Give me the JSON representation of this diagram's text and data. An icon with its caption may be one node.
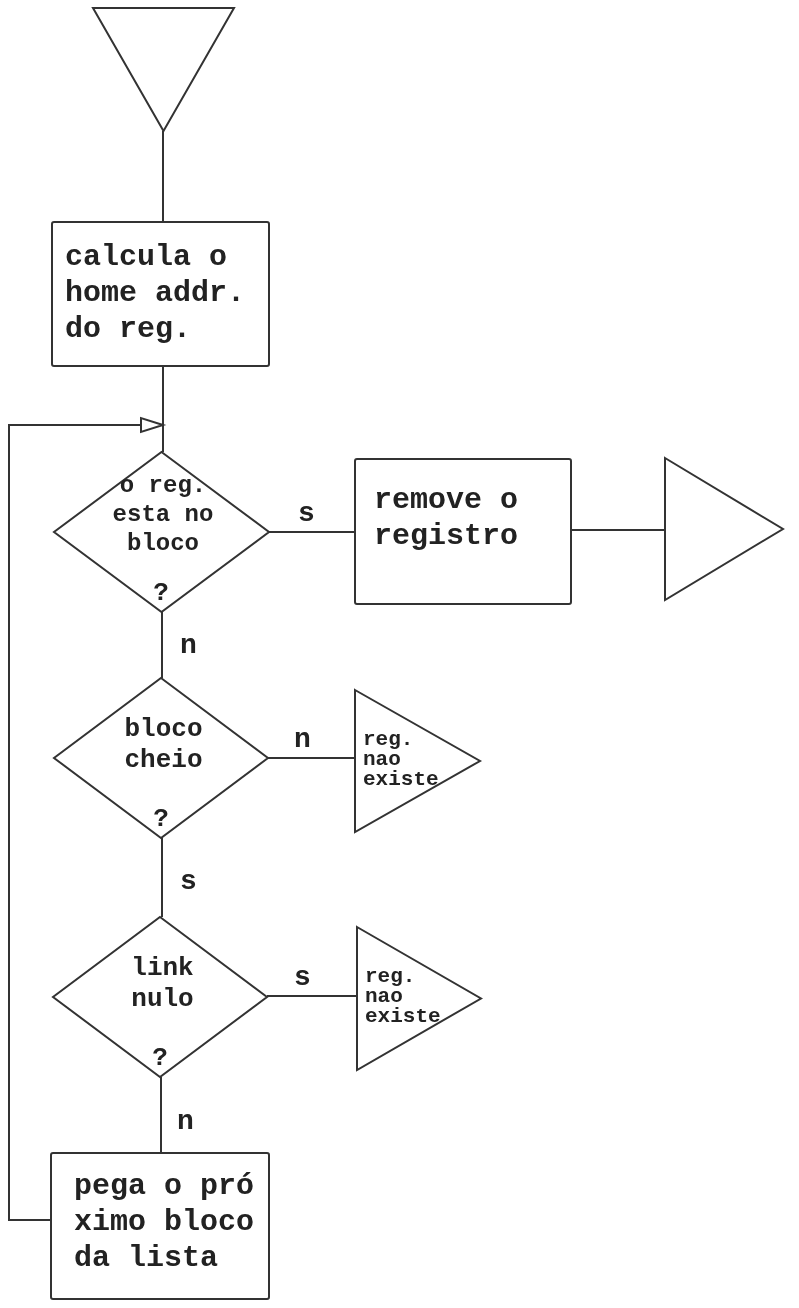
{
  "diagram": {
    "nodes": [
      {
        "text": [],
        "shape": "triangle"
      },
      {
        "text": [
          "calcula o home addr. do reg."
        ]
      },
      {
        "text": [
          "o reg. esta no bloco",
          "?"
        ]
      },
      {
        "text": [
          "remove o registro"
        ]
      },
      {
        "text": [],
        "shape": "triangle"
      },
      {
        "text": [
          "bloco cheio",
          "?"
        ]
      },
      {
        "text": [
          "reg. nao existe"
        ]
      },
      {
        "text": [
          "link nulo",
          "?"
        ]
      },
      {
        "text": [
          "reg. nao existe"
        ]
      },
      {
        "text": [
          "pega o pró ximo bloco da lista"
        ]
      }
    ],
    "edges": [
      {
        "from": 0,
        "to": 1,
        "arrow": "none"
      },
      {
        "from": 1,
        "to": 2,
        "arrow": "none"
      },
      {
        "from": 2,
        "to": 3,
        "arrow": "none",
        "label": "s"
      },
      {
        "from": 3,
        "to": 4,
        "arrow": "none"
      },
      {
        "from": 2,
        "to": 5,
        "arrow": "none",
        "label": "n"
      },
      {
        "from": 5,
        "to": 6,
        "arrow": "none",
        "label": "n"
      },
      {
        "from": 5,
        "to": 7,
        "arrow": "none",
        "label": "s"
      },
      {
        "from": 7,
        "to": 8,
        "arrow": "none",
        "label": "s"
      },
      {
        "from": 7,
        "to": 9,
        "arrow": "none",
        "label": "n"
      },
      {
        "from": 9,
        "to": 2,
        "arrow": "to"
      }
    ]
  }
}
